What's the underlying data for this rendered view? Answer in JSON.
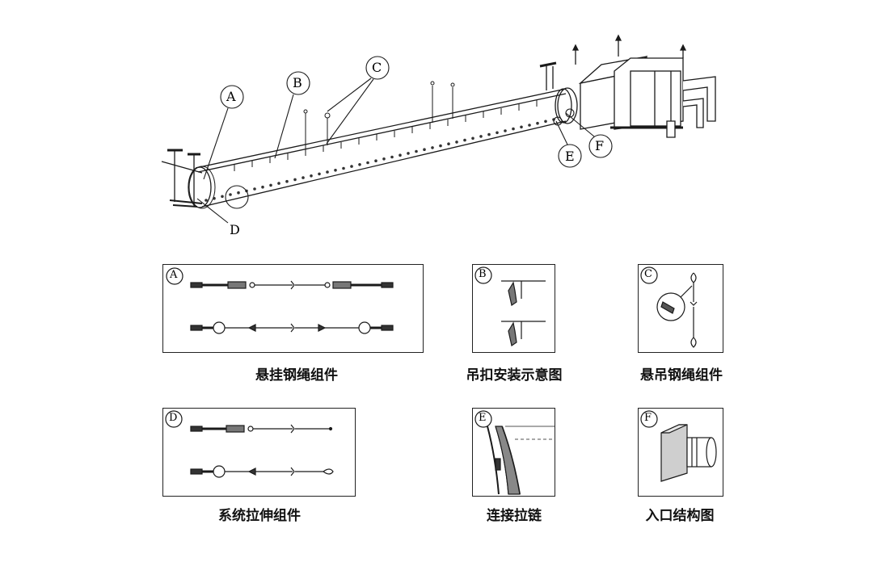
{
  "main_callouts": {
    "A": "A",
    "B": "B",
    "C": "C",
    "D": "D",
    "E": "E",
    "F": "F"
  },
  "panels": [
    {
      "letter": "A",
      "caption": "悬挂钢绳组件"
    },
    {
      "letter": "B",
      "caption": "吊扣安装示意图"
    },
    {
      "letter": "C",
      "caption": "悬吊钢绳组件"
    },
    {
      "letter": "D",
      "caption": "系统拉伸组件"
    },
    {
      "letter": "E",
      "caption": "连接拉链"
    },
    {
      "letter": "F",
      "caption": "入口结构图"
    }
  ],
  "colors": {
    "line": "#1a1a1a",
    "fill_dark": "#333333",
    "fill_gray": "#cfcfcf",
    "background": "#ffffff"
  }
}
